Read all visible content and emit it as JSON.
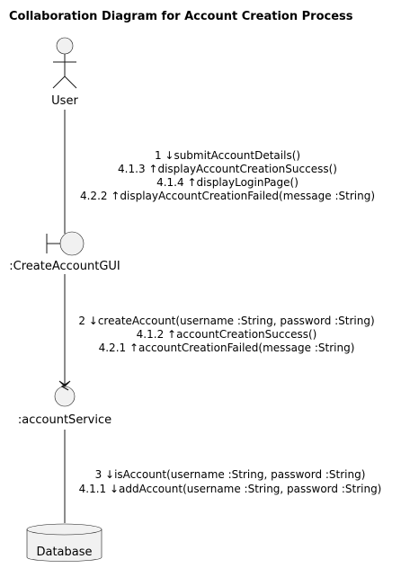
{
  "diagram": {
    "title": "Collaboration Diagram for Account Creation Process",
    "nodes": {
      "user": {
        "label": "User",
        "kind": "actor"
      },
      "gui": {
        "label": ":CreateAccountGUI",
        "kind": "boundary"
      },
      "service": {
        "label": ":accountService",
        "kind": "control"
      },
      "database": {
        "label": "Database",
        "kind": "database"
      }
    },
    "links": [
      {
        "from": "User",
        "to": ":CreateAccountGUI",
        "messages": [
          "1 ↓submitAccountDetails()",
          "4.1.3 ↑displayAccountCreationSuccess()",
          "4.1.4 ↑displayLoginPage()",
          "4.2.2 ↑displayAccountCreationFailed(message :String)"
        ]
      },
      {
        "from": ":CreateAccountGUI",
        "to": ":accountService",
        "messages": [
          "2 ↓createAccount(username :String, password :String)",
          "4.1.2 ↑accountCreationSuccess()",
          "4.2.1 ↑accountCreationFailed(message :String)"
        ]
      },
      {
        "from": ":accountService",
        "to": "Database",
        "messages": [
          "3 ↓isAccount(username :String, password :String)",
          "4.1.1 ↓addAccount(username :String, password :String)"
        ]
      }
    ]
  }
}
